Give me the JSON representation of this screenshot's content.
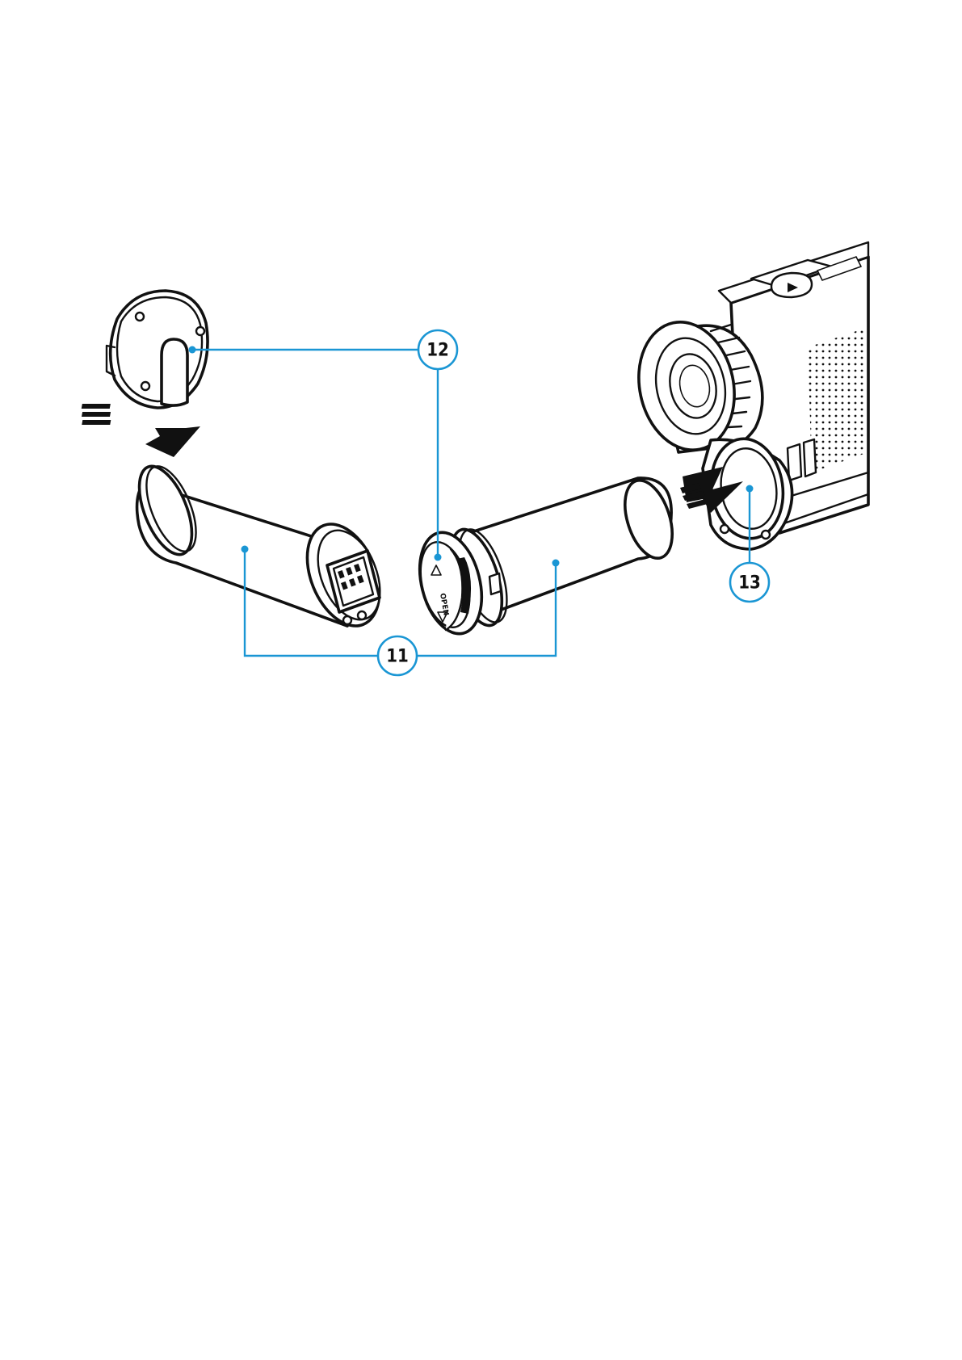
{
  "callouts": {
    "c11": "11",
    "c12": "12",
    "c13": "13"
  },
  "cap_text": "OPEN",
  "colors": {
    "callout_accent": "#1a96d4",
    "line_art": "#111111",
    "background": "#ffffff"
  },
  "icons": [
    "down-arrow-icon",
    "right-arrow-icon"
  ]
}
